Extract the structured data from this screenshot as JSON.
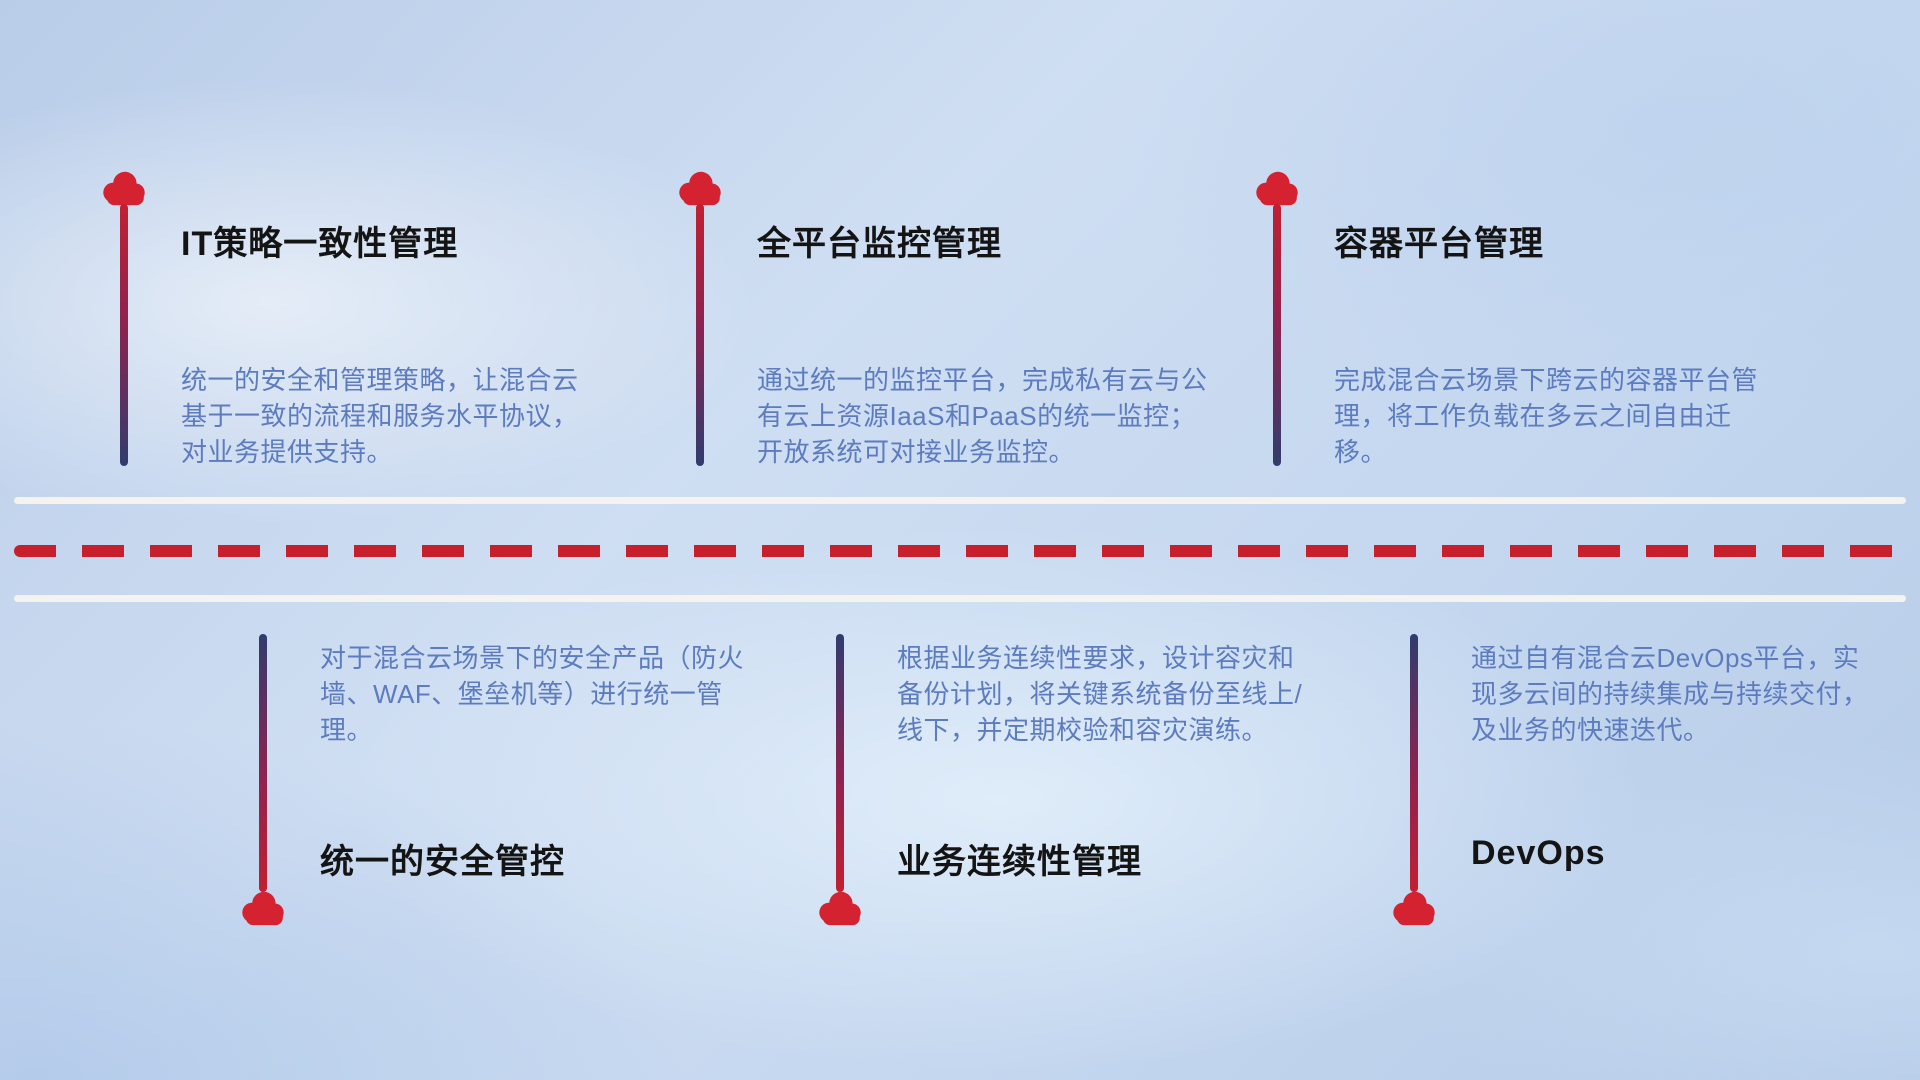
{
  "colors": {
    "cloud_red": "#d42230",
    "dash_red": "#c81f2d",
    "stem_red": "#c22031",
    "stem_navy": "#303c6e",
    "title_text": "#141414",
    "desc_text": "#5d7cc0",
    "road_white": "#f5f3ef"
  },
  "top_items": [
    {
      "title": "IT策略一致性管理",
      "description": "统一的安全和管理策略，让混合云基于一致的流程和服务水平协议，对业务提供支持。"
    },
    {
      "title": "全平台监控管理",
      "description": "通过统一的监控平台，完成私有云与公有云上资源IaaS和PaaS的统一监控；开放系统可对接业务监控。"
    },
    {
      "title": "容器平台管理",
      "description": "完成混合云场景下跨云的容器平台管理，将工作负载在多云之间自由迁移。"
    }
  ],
  "bottom_items": [
    {
      "title": "统一的安全管控",
      "description": "对于混合云场景下的安全产品（防火墙、WAF、堡垒机等）进行统一管理。"
    },
    {
      "title": "业务连续性管理",
      "description": "根据业务连续性要求，设计容灾和备份计划，将关键系统备份至线上/线下，并定期校验和容灾演练。"
    },
    {
      "title": "DevOps",
      "description": "通过自有混合云DevOps平台，实现多云间的持续集成与持续交付，及业务的快速迭代。"
    }
  ]
}
